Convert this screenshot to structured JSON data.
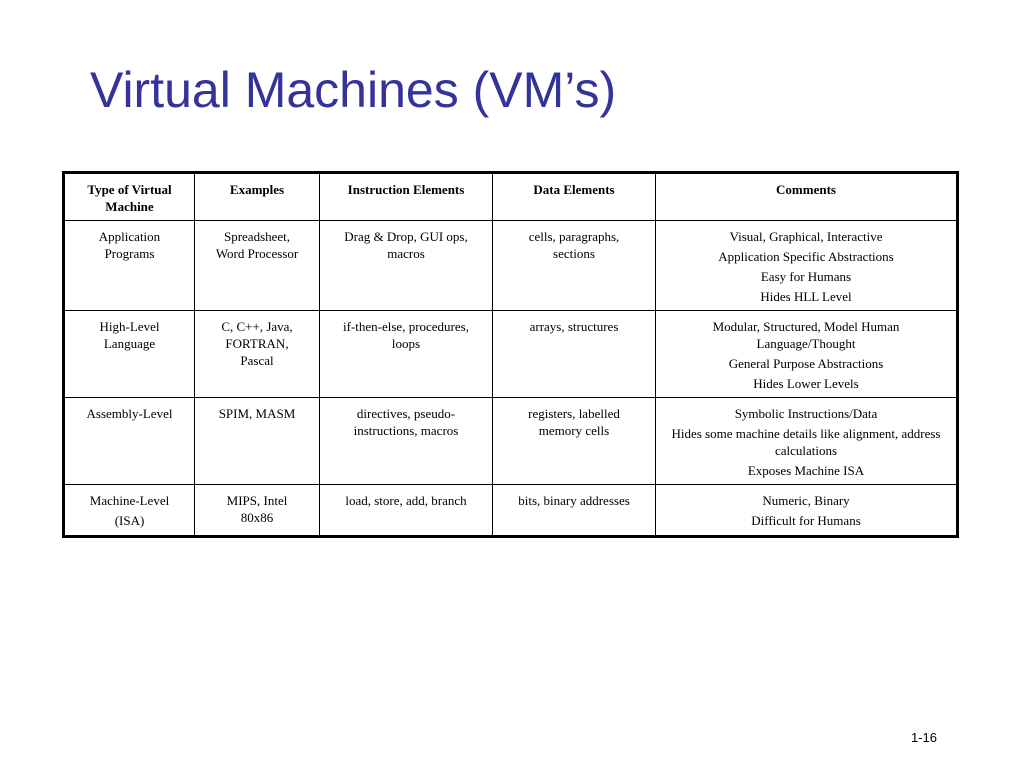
{
  "slide": {
    "title": "Virtual Machines (VM’s)",
    "page_number": "1-16"
  },
  "table": {
    "headers": [
      [
        "Type of Virtual",
        "Machine"
      ],
      [
        "Examples"
      ],
      [
        "Instruction Elements"
      ],
      [
        "Data Elements"
      ],
      [
        "Comments"
      ]
    ],
    "rows": [
      {
        "type": [
          "Application",
          "Programs"
        ],
        "examples": [
          "Spreadsheet,",
          "Word Processor"
        ],
        "instructions": [
          "Drag & Drop, GUI ops,",
          "macros"
        ],
        "data": [
          "cells, paragraphs,",
          "sections"
        ],
        "comments": [
          "Visual, Graphical, Interactive",
          "Application Specific Abstractions",
          "Easy for Humans",
          "Hides HLL Level"
        ]
      },
      {
        "type": [
          "High-Level",
          "Language"
        ],
        "examples": [
          "C, C++, Java,",
          "FORTRAN,",
          "Pascal"
        ],
        "instructions": [
          "if-then-else, procedures,",
          "loops"
        ],
        "data": [
          "arrays, structures"
        ],
        "comments": [
          "Modular, Structured, Model Human Language/Thought",
          "General Purpose Abstractions",
          "Hides Lower Levels"
        ]
      },
      {
        "type": [
          "Assembly-Level"
        ],
        "examples": [
          "SPIM, MASM"
        ],
        "instructions": [
          "directives, pseudo-",
          "instructions, macros"
        ],
        "data": [
          "registers, labelled",
          "memory cells"
        ],
        "comments": [
          "Symbolic Instructions/Data",
          "Hides some machine details like alignment, address calculations",
          "Exposes Machine ISA"
        ]
      },
      {
        "type": [
          "Machine-Level",
          "(ISA)"
        ],
        "examples": [
          "MIPS, Intel",
          "80x86"
        ],
        "instructions": [
          "load, store, add, branch"
        ],
        "data": [
          "bits, binary addresses"
        ],
        "comments": [
          "Numeric, Binary",
          "Difficult for Humans"
        ]
      }
    ]
  }
}
